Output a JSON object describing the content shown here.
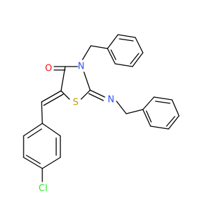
{
  "colors": {
    "background": "#ffffff",
    "bond": "#000000",
    "carbon": "#000000",
    "oxygen": "#ff0d0d",
    "nitrogen": "#3050f8",
    "sulfur": "#b8a000",
    "chlorine": "#1ff01f"
  },
  "labels": {
    "oxygen": "O",
    "nitrogen_ring": "N",
    "nitrogen_imine": "N",
    "sulfur": "S",
    "chlorine": "Cl"
  }
}
